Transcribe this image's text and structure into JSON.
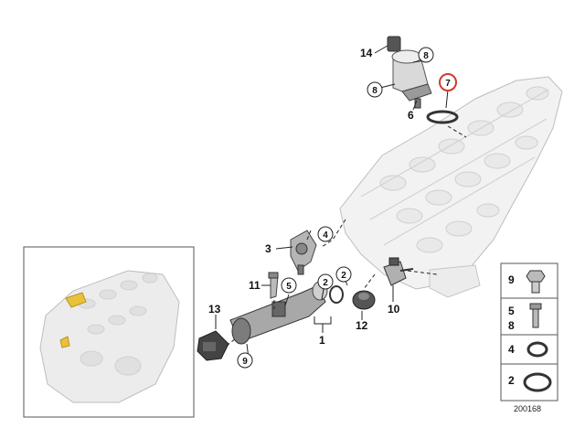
{
  "callouts": {
    "c1": "1",
    "c2a": "2",
    "c2b": "2",
    "c3": "3",
    "c4": "4",
    "c5": "5",
    "c6": "6",
    "c7": "7",
    "c8a": "8",
    "c8b": "8",
    "c9": "9",
    "c10": "10",
    "c11": "11",
    "c12": "12",
    "c13": "13",
    "c14": "14"
  },
  "legend": {
    "l9": "9",
    "l5": "5",
    "l8": "8",
    "l4": "4",
    "l2": "2"
  },
  "diagram_ref": "200168",
  "colors": {
    "line": "#222222",
    "highlight": "#d23a2a",
    "part_gray": "#9a9a9a",
    "engine_gray": "#e6e6e6",
    "accent_yellow": "#e8c23a"
  }
}
